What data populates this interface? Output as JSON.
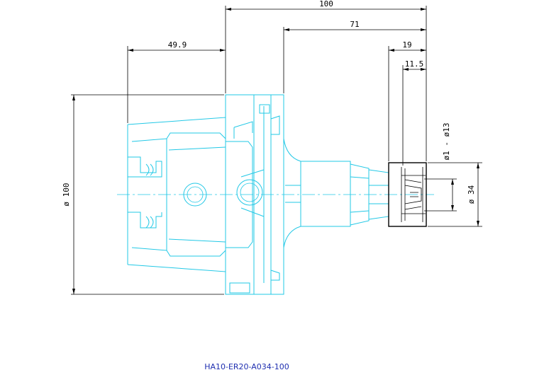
{
  "drawing": {
    "dimensions": {
      "overall_length": "100",
      "flange_to_end": "71",
      "nut_length": "19",
      "nut_inner": "11.5",
      "taper_length": "49.9",
      "flange_diameter": "ø 100",
      "clamping_range": "ø1 - ø13",
      "nut_diameter": "ø 34"
    },
    "part_number": "HA10-ER20-A034-100"
  }
}
